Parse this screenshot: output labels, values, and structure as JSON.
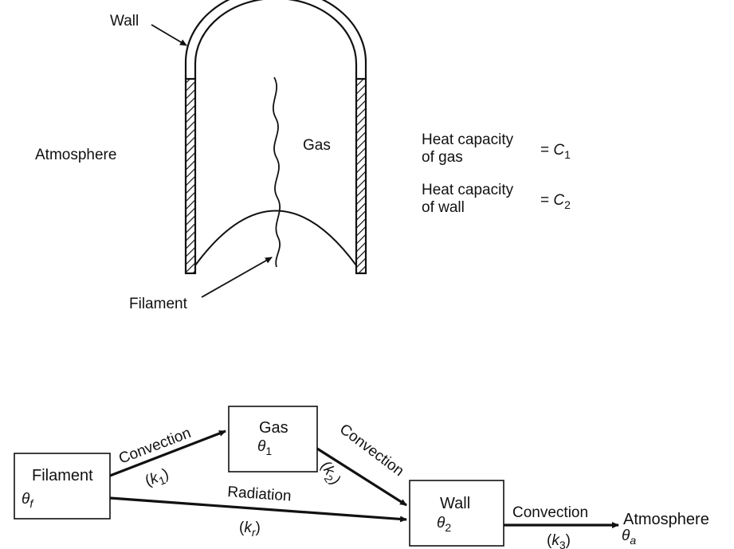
{
  "apparatus": {
    "labels": {
      "wall": "Wall",
      "gas": "Gas",
      "atmosphere": "Atmosphere",
      "filament": "Filament"
    },
    "heat_capacity": [
      {
        "line1": "Heat capacity",
        "line2": "of gas",
        "eq": "= ",
        "symbol": "C",
        "sub": "1"
      },
      {
        "line1": "Heat capacity",
        "line2": "of wall",
        "eq": "= ",
        "symbol": "C",
        "sub": "2"
      }
    ]
  },
  "flow": {
    "nodes": {
      "filament": {
        "label": "Filament",
        "symbol": "θ",
        "sub": "f"
      },
      "gas": {
        "label": "Gas",
        "symbol": "θ",
        "sub": "1"
      },
      "wall": {
        "label": "Wall",
        "symbol": "θ",
        "sub": "2"
      },
      "atmosphere": {
        "label": "Atmosphere",
        "symbol": "θ",
        "sub": "a"
      }
    },
    "edges": {
      "filament_gas": {
        "label": "Convection",
        "k_open": "(",
        "k": "k",
        "k_sub": "1",
        "k_close": ")"
      },
      "gas_wall": {
        "label": "Convection",
        "k_open": "(",
        "k": "k",
        "k_sub": "2",
        "k_close": ")"
      },
      "filament_wall": {
        "label": "Radiation",
        "k_open": "(",
        "k": "k",
        "k_sub": "r",
        "k_close": ")"
      },
      "wall_atmosphere": {
        "label": "Convection",
        "k_open": "(",
        "k": "k",
        "k_sub": "3",
        "k_close": ")"
      }
    }
  }
}
